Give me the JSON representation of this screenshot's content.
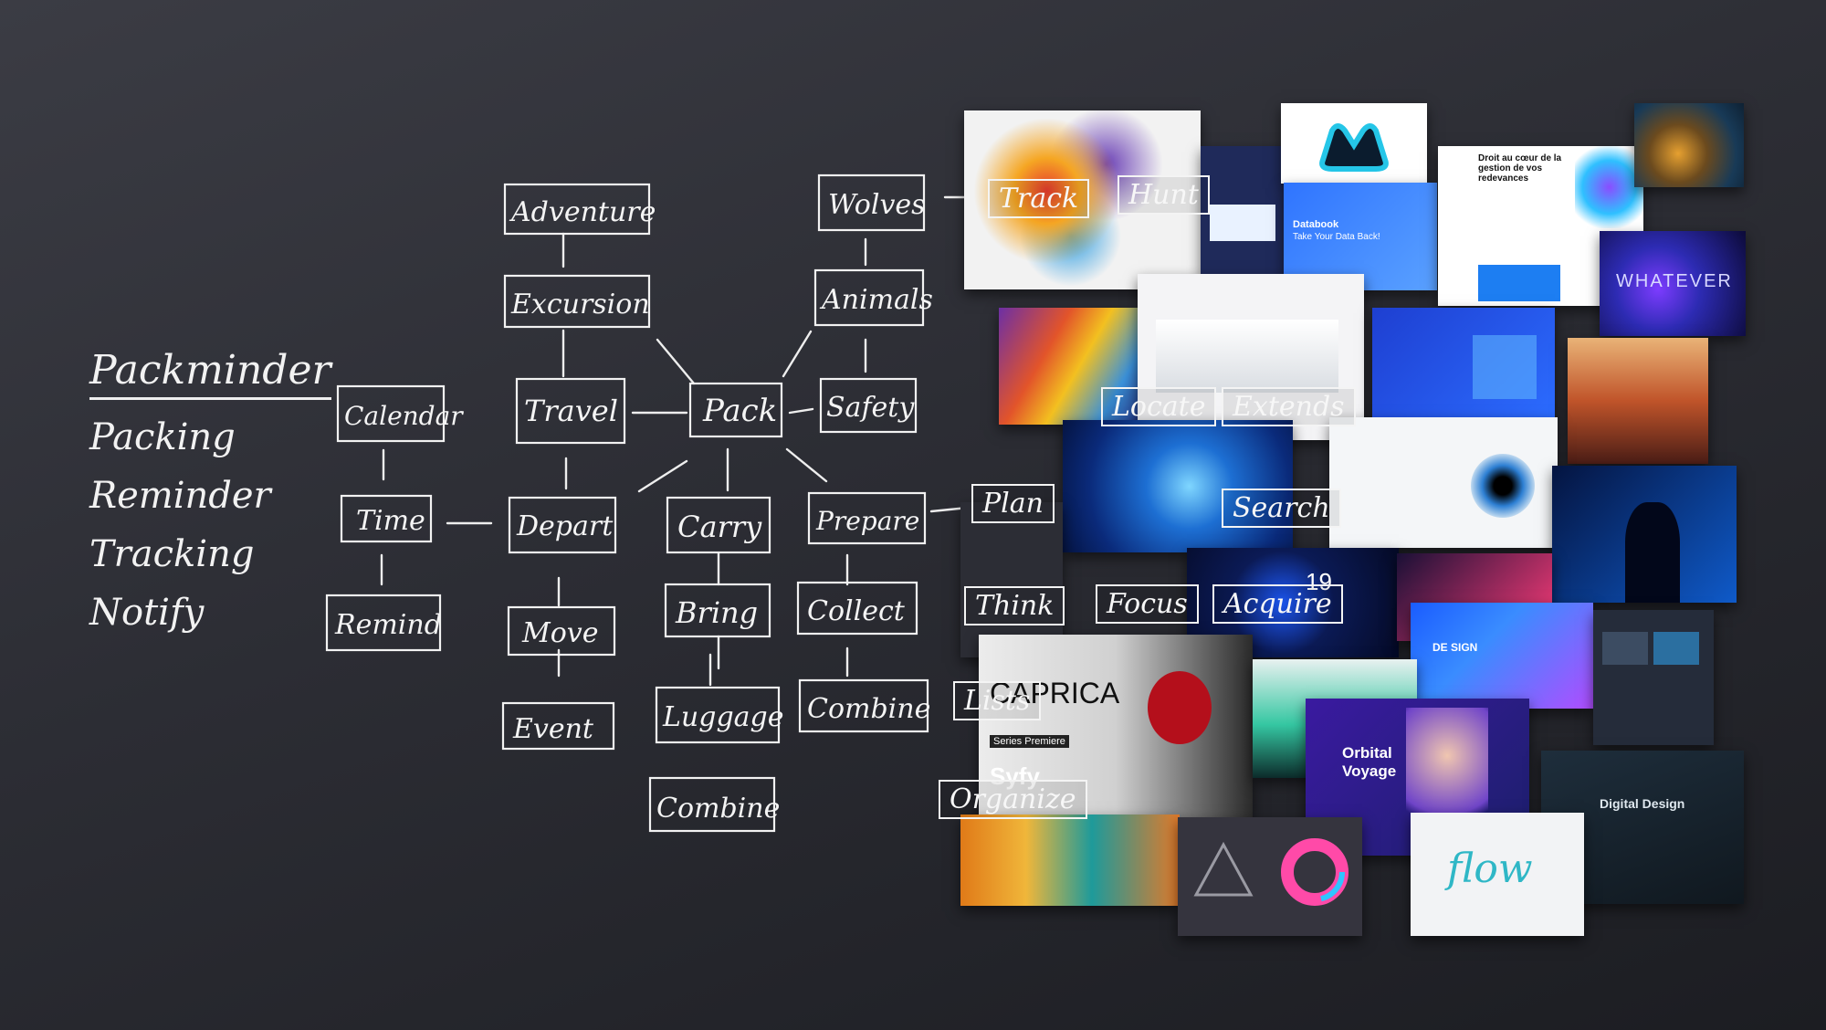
{
  "title": "Packminder",
  "features": [
    "Packing",
    "Reminder",
    "Tracking",
    "Notify"
  ],
  "nodes": {
    "adventure": "Adventure",
    "excursion": "Excursion",
    "travel": "Travel",
    "pack": "Pack",
    "wolves": "Wolves",
    "animals": "Animals",
    "safety": "Safety",
    "calendar": "Calendar",
    "time": "Time",
    "remind": "Remind",
    "depart": "Depart",
    "move": "Move",
    "event": "Event",
    "carry": "Carry",
    "bring": "Bring",
    "luggage": "Luggage",
    "combine_left": "Combine",
    "prepare": "Prepare",
    "collect": "Collect",
    "combine_right": "Combine"
  },
  "overlay_words": {
    "track": "Track",
    "hunt": "Hunt",
    "locate": "Locate",
    "extends": "Extends",
    "search": "Search",
    "plan": "Plan",
    "think": "Think",
    "focus": "Focus",
    "acquire": "Acquire",
    "lists": "Lists",
    "organize": "Organize"
  },
  "tile_texts": {
    "droit_title": "Droit au cœur de la gestion de vos redevances",
    "databook_title": "Databook",
    "databook_sub": "Take Your Data Back!",
    "whatever": "WHATEVER",
    "caprica": "CAPRICA",
    "series_premiere": "Series Premiere",
    "syfy": "Syfy",
    "orbital": "Orbital",
    "voyage": "Voyage",
    "design": "DE SIGN",
    "digital_design": "Digital Design",
    "number_19": "19",
    "flow": "flow"
  },
  "colors": {
    "chalk": "#f2f2f2",
    "board": "#2e2f36"
  }
}
